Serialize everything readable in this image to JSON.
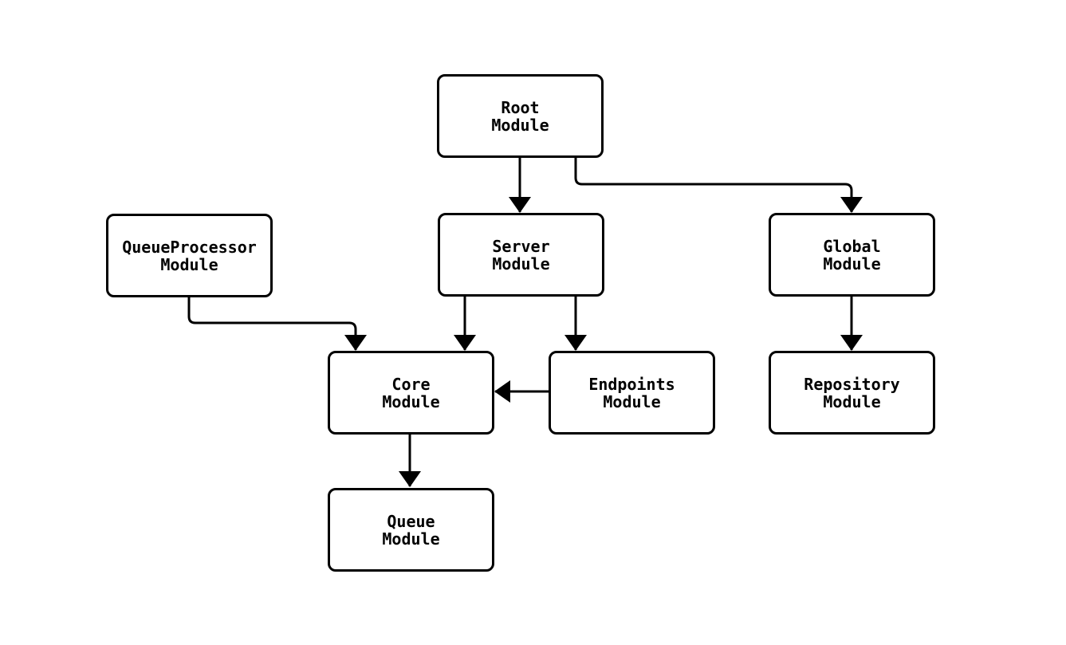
{
  "diagram": {
    "type": "module-dependency-flowchart",
    "colors": {
      "stroke": "#000000",
      "node_fill": "#ffffff",
      "background": "#ffffff",
      "text": "#000000"
    },
    "nodes": {
      "root": {
        "line1": "Root",
        "line2": "Module"
      },
      "server": {
        "line1": "Server",
        "line2": "Module"
      },
      "queueprocessor": {
        "line1": "QueueProcessor",
        "line2": "Module"
      },
      "global": {
        "line1": "Global",
        "line2": "Module"
      },
      "core": {
        "line1": "Core",
        "line2": "Module"
      },
      "endpoints": {
        "line1": "Endpoints",
        "line2": "Module"
      },
      "repository": {
        "line1": "Repository",
        "line2": "Module"
      },
      "queue": {
        "line1": "Queue",
        "line2": "Module"
      }
    },
    "edges": [
      {
        "from": "Root Module",
        "to": "Server Module"
      },
      {
        "from": "Root Module",
        "to": "Global Module"
      },
      {
        "from": "QueueProcessor Module",
        "to": "Core Module"
      },
      {
        "from": "Server Module",
        "to": "Core Module"
      },
      {
        "from": "Server Module",
        "to": "Endpoints Module"
      },
      {
        "from": "Endpoints Module",
        "to": "Core Module"
      },
      {
        "from": "Global Module",
        "to": "Repository Module"
      },
      {
        "from": "Core Module",
        "to": "Queue Module"
      }
    ]
  }
}
